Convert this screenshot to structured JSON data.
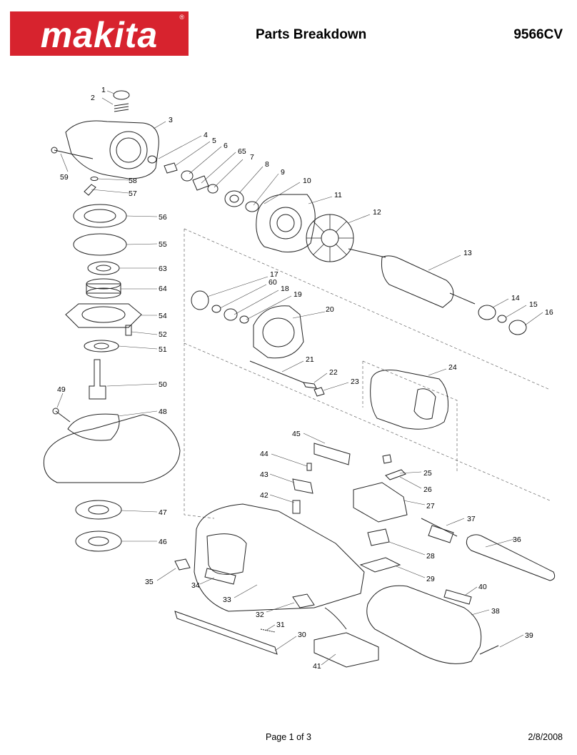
{
  "brand": {
    "logo_text": "makita",
    "registered_mark": "®",
    "color": "#d7232e"
  },
  "header": {
    "title": "Parts Breakdown",
    "model": "9566CV"
  },
  "footer": {
    "page": "Page 1 of 3",
    "date": "2/8/2008"
  },
  "part_labels": [
    "1",
    "2",
    "3",
    "4",
    "5",
    "6",
    "65",
    "7",
    "8",
    "9",
    "10",
    "11",
    "12",
    "13",
    "14",
    "15",
    "16",
    "17",
    "60",
    "18",
    "19",
    "20",
    "21",
    "22",
    "23",
    "24",
    "25",
    "26",
    "27",
    "28",
    "29",
    "30",
    "31",
    "32",
    "33",
    "34",
    "35",
    "36",
    "37",
    "38",
    "39",
    "40",
    "41",
    "42",
    "43",
    "44",
    "45",
    "46",
    "47",
    "48",
    "49",
    "50",
    "51",
    "52",
    "54",
    "55",
    "56",
    "57",
    "58",
    "59",
    "63",
    "64"
  ]
}
